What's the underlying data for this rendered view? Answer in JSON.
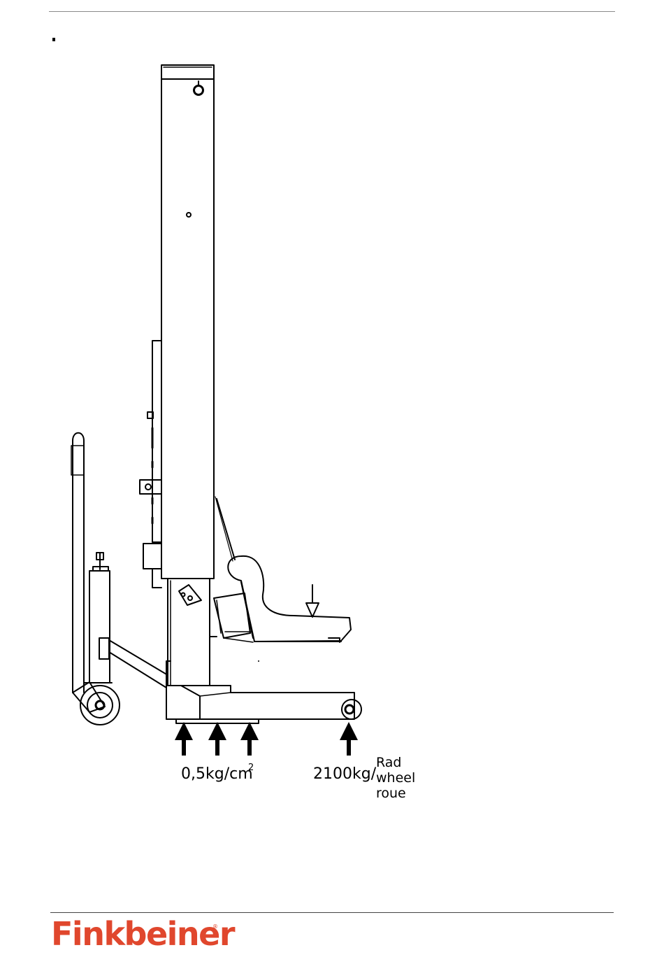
{
  "figure": {
    "pressure_label": "0,5kg/cm",
    "pressure_exponent": "2",
    "wheel_load_label": "2100kg/",
    "wheel_words": [
      "Rad",
      "wheel",
      "roue"
    ]
  },
  "footer": {
    "brand_name": "Finkbeiner",
    "brand_mark": "®",
    "brand_color": "#e0472d"
  }
}
